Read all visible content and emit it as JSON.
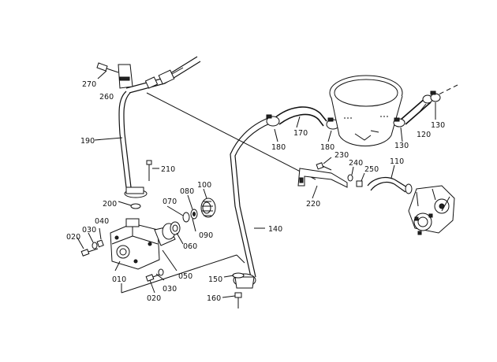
{
  "callouts": [
    {
      "id": "c270",
      "text": "270"
    },
    {
      "id": "c260",
      "text": "260"
    },
    {
      "id": "c190",
      "text": "190"
    },
    {
      "id": "c210",
      "text": "210"
    },
    {
      "id": "c200",
      "text": "200"
    },
    {
      "id": "c040",
      "text": "040"
    },
    {
      "id": "c030a",
      "text": "030"
    },
    {
      "id": "c020a",
      "text": "020"
    },
    {
      "id": "c010",
      "text": "010"
    },
    {
      "id": "c070",
      "text": "070"
    },
    {
      "id": "c080",
      "text": "080"
    },
    {
      "id": "c100",
      "text": "100"
    },
    {
      "id": "c090",
      "text": "090"
    },
    {
      "id": "c060",
      "text": "060"
    },
    {
      "id": "c050",
      "text": "050"
    },
    {
      "id": "c030b",
      "text": "030"
    },
    {
      "id": "c020b",
      "text": "020"
    },
    {
      "id": "c140",
      "text": "140"
    },
    {
      "id": "c150",
      "text": "150"
    },
    {
      "id": "c160",
      "text": "160"
    },
    {
      "id": "c180a",
      "text": "180"
    },
    {
      "id": "c170",
      "text": "170"
    },
    {
      "id": "c180b",
      "text": "180"
    },
    {
      "id": "c230",
      "text": "230"
    },
    {
      "id": "c240",
      "text": "240"
    },
    {
      "id": "c250",
      "text": "250"
    },
    {
      "id": "c220",
      "text": "220"
    },
    {
      "id": "c110",
      "text": "110"
    },
    {
      "id": "c130a",
      "text": "130"
    },
    {
      "id": "c120",
      "text": "120"
    },
    {
      "id": "c130b",
      "text": "130"
    }
  ]
}
